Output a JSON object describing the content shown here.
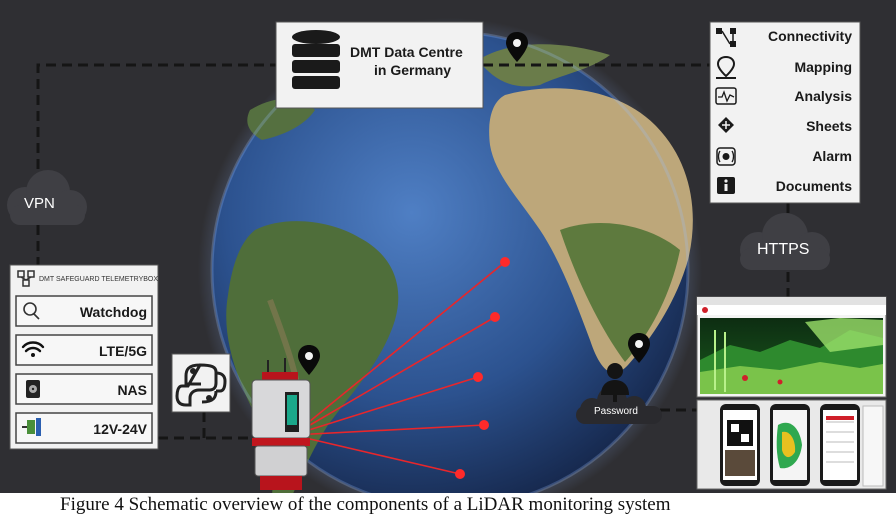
{
  "datacentre": {
    "line1": "DMT Data Centre",
    "line2": "in Germany"
  },
  "clouds": {
    "vpn": "VPN",
    "https": "HTTPS",
    "password": "Password"
  },
  "telemetry": {
    "title": "DMT SAFEGUARD TELEMETRYBOX",
    "items": [
      {
        "label": "Watchdog",
        "icon": "magnifier-icon"
      },
      {
        "label": "LTE/5G",
        "icon": "wifi-icon"
      },
      {
        "label": "NAS",
        "icon": "storage-drive-icon"
      },
      {
        "label": "12V-24V",
        "icon": "power-plug-icon"
      }
    ]
  },
  "features": [
    {
      "label": "Connectivity",
      "icon": "network-nodes-icon"
    },
    {
      "label": "Mapping",
      "icon": "map-pin-icon"
    },
    {
      "label": "Analysis",
      "icon": "waveform-icon"
    },
    {
      "label": "Sheets",
      "icon": "sheets-icon"
    },
    {
      "label": "Alarm",
      "icon": "alarm-icon"
    },
    {
      "label": "Documents",
      "icon": "info-icon"
    }
  ],
  "icons": [
    "python-logo-icon",
    "lidar-scanner-icon",
    "location-pin-icon",
    "user-icon",
    "smartphone-icon",
    "browser-window-icon"
  ],
  "caption": "Figure 4 Schematic overview of the components of a LiDAR monitoring system",
  "colors": {
    "background": "#2f2f33",
    "laser": "#e8262b",
    "box": "#f2f2f2",
    "cloud": "#3f3f44"
  }
}
